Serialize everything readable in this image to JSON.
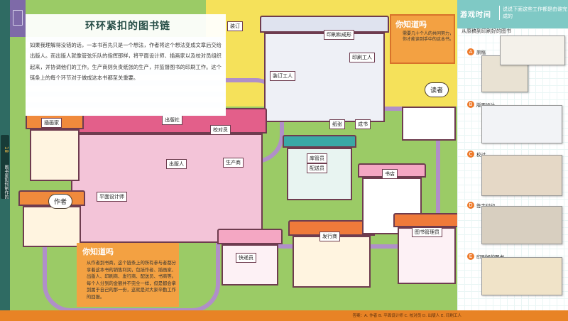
{
  "page": {
    "title": "环环紧扣的图书链",
    "intro": "如果我理解得没错的话，一本书首先只是一个想法，作者将这个想法变成文章后交给出版人。而出版人就像管弦乐队的指挥那样，将平面设计师、插画家以及校对员组织起来，并协调他们的工作。生产商则负责纸张的生产，并监督图书的印刷工作。这个链条上的每个环节对于做成这本书都至关重要。",
    "spine_number": "18",
    "spine_text": "图书是如何制作的"
  },
  "labels": {
    "illustrator": "插画家",
    "publisher": "出版社",
    "graphic_designer": "平面设计师",
    "proofreader": "校对员",
    "producer": "生产商",
    "printing": "印刷和成形",
    "printer_worker": "印刷工人",
    "distribution": "配送员",
    "warehouse": "库管员",
    "courier": "快递员",
    "author": "作者",
    "reader": "读者",
    "bookstore": "书店",
    "librarian": "图书管理员",
    "publisher_person": "出版人",
    "finishing": "装订",
    "paper": "纸张",
    "binding": "成书",
    "issuer": "发行商",
    "compositing": "装订工人"
  },
  "know_top": {
    "title": "你知道吗",
    "text": "需要几十个人的共同努力，你才能读到手中的这本书。"
  },
  "know_bottom": {
    "title": "你知道吗",
    "text": "从作者到书商，这个链条上的所有参与者都分享着这本书的销售利润，包括作者、插画家、出版人、印刷商、发行商、配送员、书商等。每个人分到的金额并不完全一样，但是都会拿到属于自己的那一份，这就是对大家辛勤工作的回报。"
  },
  "game": {
    "title": "游戏时间",
    "subtitle": "说说下面这些工作都是由谁完成的",
    "heading": "从原稿到印刷好的图书",
    "items": [
      {
        "letter": "A",
        "label": "原稿"
      },
      {
        "letter": "B",
        "label": "版面设计"
      },
      {
        "letter": "C",
        "label": "校对"
      },
      {
        "letter": "D",
        "label": "签字付印"
      },
      {
        "letter": "E",
        "label": "印刷好的图书"
      }
    ]
  },
  "bottom_strip": "答案：A. 作者  B. 平面设计师  C. 校对员  D. 出版人  E. 印刷工人",
  "colors": {
    "grass": "#9bcb66",
    "sky": "#f5e15a",
    "roof_pink": "#e85a5a",
    "orange": "#f3a142",
    "teal": "#7fc9c5",
    "spine": "#2f6b63"
  }
}
